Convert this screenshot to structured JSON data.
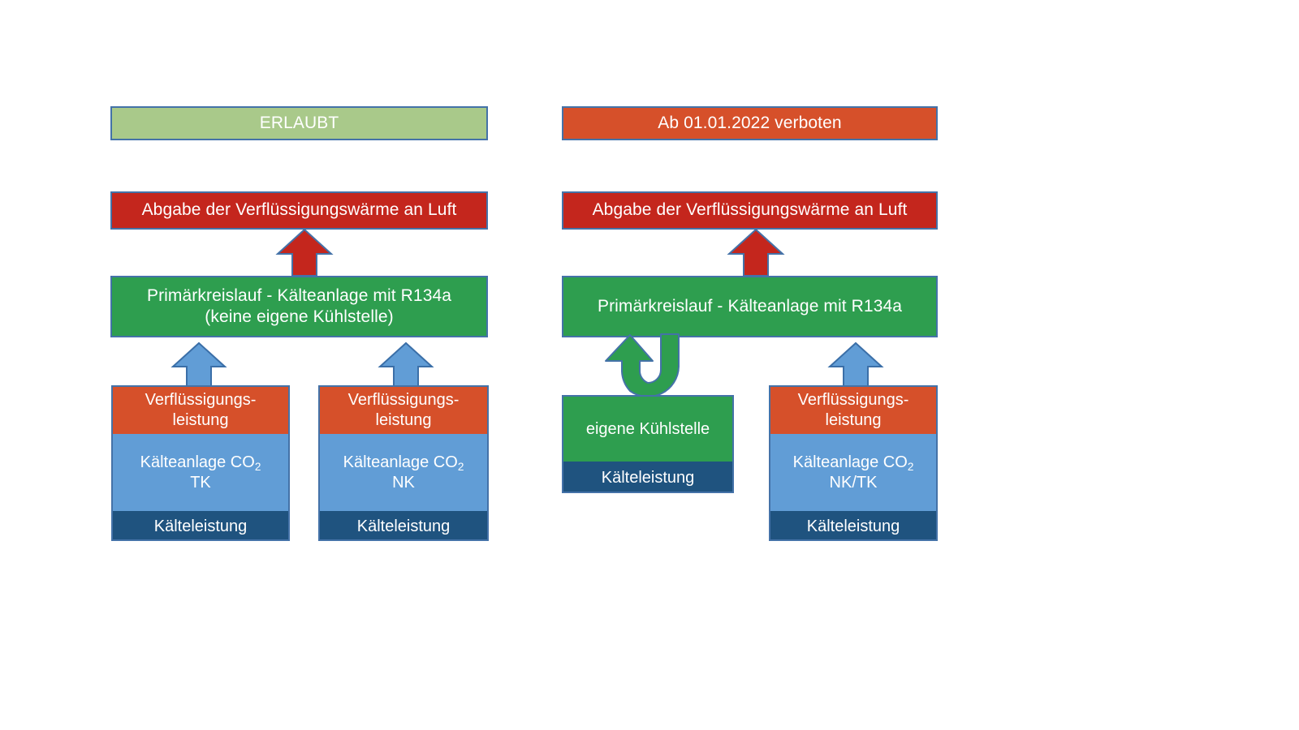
{
  "diagram": {
    "title_left": "ERLAUBT",
    "title_right": "Ab 01.01.2022 verboten",
    "colors": {
      "allowed_header": "#A9C98A",
      "forbidden_header": "#D6502A",
      "heat_red": "#C4261D",
      "primary_green": "#2E9E4F",
      "condenser_orange": "#D6502A",
      "co2_blue": "#619DD6",
      "cooling_darkblue": "#1F537F",
      "outline_blue": "#4472A8"
    }
  },
  "left_panel": {
    "header": "ERLAUBT",
    "heat_box": "Abgabe der Verflüssigungswärme an Luft",
    "primary_circuit_line1": "Primärkreislauf - Kälteanlage mit R134a",
    "primary_circuit_line2": "(keine eigene Kühlstelle)",
    "arrow_up_red": "red-up-arrow",
    "stacks": [
      {
        "condenser_line1": "Verflüssigungs-",
        "condenser_line2": "leistung",
        "plant_line1": "Kälteanlage CO",
        "plant_sub": "2",
        "plant_line2": "TK",
        "cooling": "Kälteleistung",
        "arrow": "blue-up-arrow"
      },
      {
        "condenser_line1": "Verflüssigungs-",
        "condenser_line2": "leistung",
        "plant_line1": "Kälteanlage CO",
        "plant_sub": "2",
        "plant_line2": "NK",
        "cooling": "Kälteleistung",
        "arrow": "blue-up-arrow"
      }
    ]
  },
  "right_panel": {
    "header": "Ab 01.01.2022 verboten",
    "heat_box": "Abgabe der Verflüssigungswärme an Luft",
    "primary_circuit_line1": "Primärkreislauf - Kälteanlage mit R134a",
    "arrow_up_red": "red-up-arrow",
    "own_cooling_point": {
      "label": "eigene Kühlstelle",
      "cooling": "Kälteleistung",
      "arrow": "green-u-turn-arrow"
    },
    "stacks": [
      {
        "condenser_line1": "Verflüssigungs-",
        "condenser_line2": "leistung",
        "plant_line1": "Kälteanlage CO",
        "plant_sub": "2",
        "plant_line2": "NK/TK",
        "cooling": "Kälteleistung",
        "arrow": "blue-up-arrow"
      }
    ]
  }
}
